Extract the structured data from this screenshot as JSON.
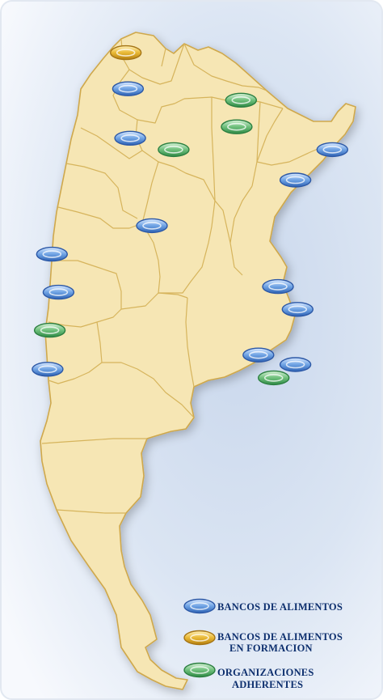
{
  "legend": {
    "items": [
      {
        "key": "banco",
        "lines": [
          "BANCOS DE ALIMENTOS"
        ]
      },
      {
        "key": "formacion",
        "lines": [
          "BANCOS DE ALIMENTOS",
          "EN FORMACION"
        ]
      },
      {
        "key": "adherente",
        "lines": [
          "ORGANIZACIONES",
          "ADHERENTES"
        ]
      }
    ]
  },
  "colors": {
    "banco": "#6fa3e4",
    "formacion": "#e9b936",
    "adherente": "#6fc07c",
    "land": "#f6e6b4",
    "border": "#d2ae52"
  },
  "markers": [
    {
      "type": "formacion",
      "lat": -22.3,
      "lon": -65.4
    },
    {
      "type": "banco",
      "lat": -24.2,
      "lon": -65.3
    },
    {
      "type": "banco",
      "lat": -26.8,
      "lon": -65.2
    },
    {
      "type": "adherente",
      "lat": -24.8,
      "lon": -60.1
    },
    {
      "type": "adherente",
      "lat": -26.2,
      "lon": -60.3
    },
    {
      "type": "adherente",
      "lat": -27.4,
      "lon": -63.2
    },
    {
      "type": "banco",
      "lat": -27.4,
      "lon": -55.9
    },
    {
      "type": "banco",
      "lat": -29.0,
      "lon": -57.6
    },
    {
      "type": "banco",
      "lat": -31.4,
      "lon": -64.2
    },
    {
      "type": "banco",
      "lat": -32.9,
      "lon": -68.8
    },
    {
      "type": "banco",
      "lat": -34.6,
      "lon": -58.4
    },
    {
      "type": "banco",
      "lat": -34.9,
      "lon": -68.5
    },
    {
      "type": "banco",
      "lat": -35.8,
      "lon": -57.5
    },
    {
      "type": "adherente",
      "lat": -36.9,
      "lon": -68.9
    },
    {
      "type": "banco",
      "lat": -38.2,
      "lon": -59.3
    },
    {
      "type": "banco",
      "lat": -38.7,
      "lon": -57.6
    },
    {
      "type": "banco",
      "lat": -38.95,
      "lon": -69.0
    },
    {
      "type": "adherente",
      "lat": -39.4,
      "lon": -58.6
    }
  ]
}
